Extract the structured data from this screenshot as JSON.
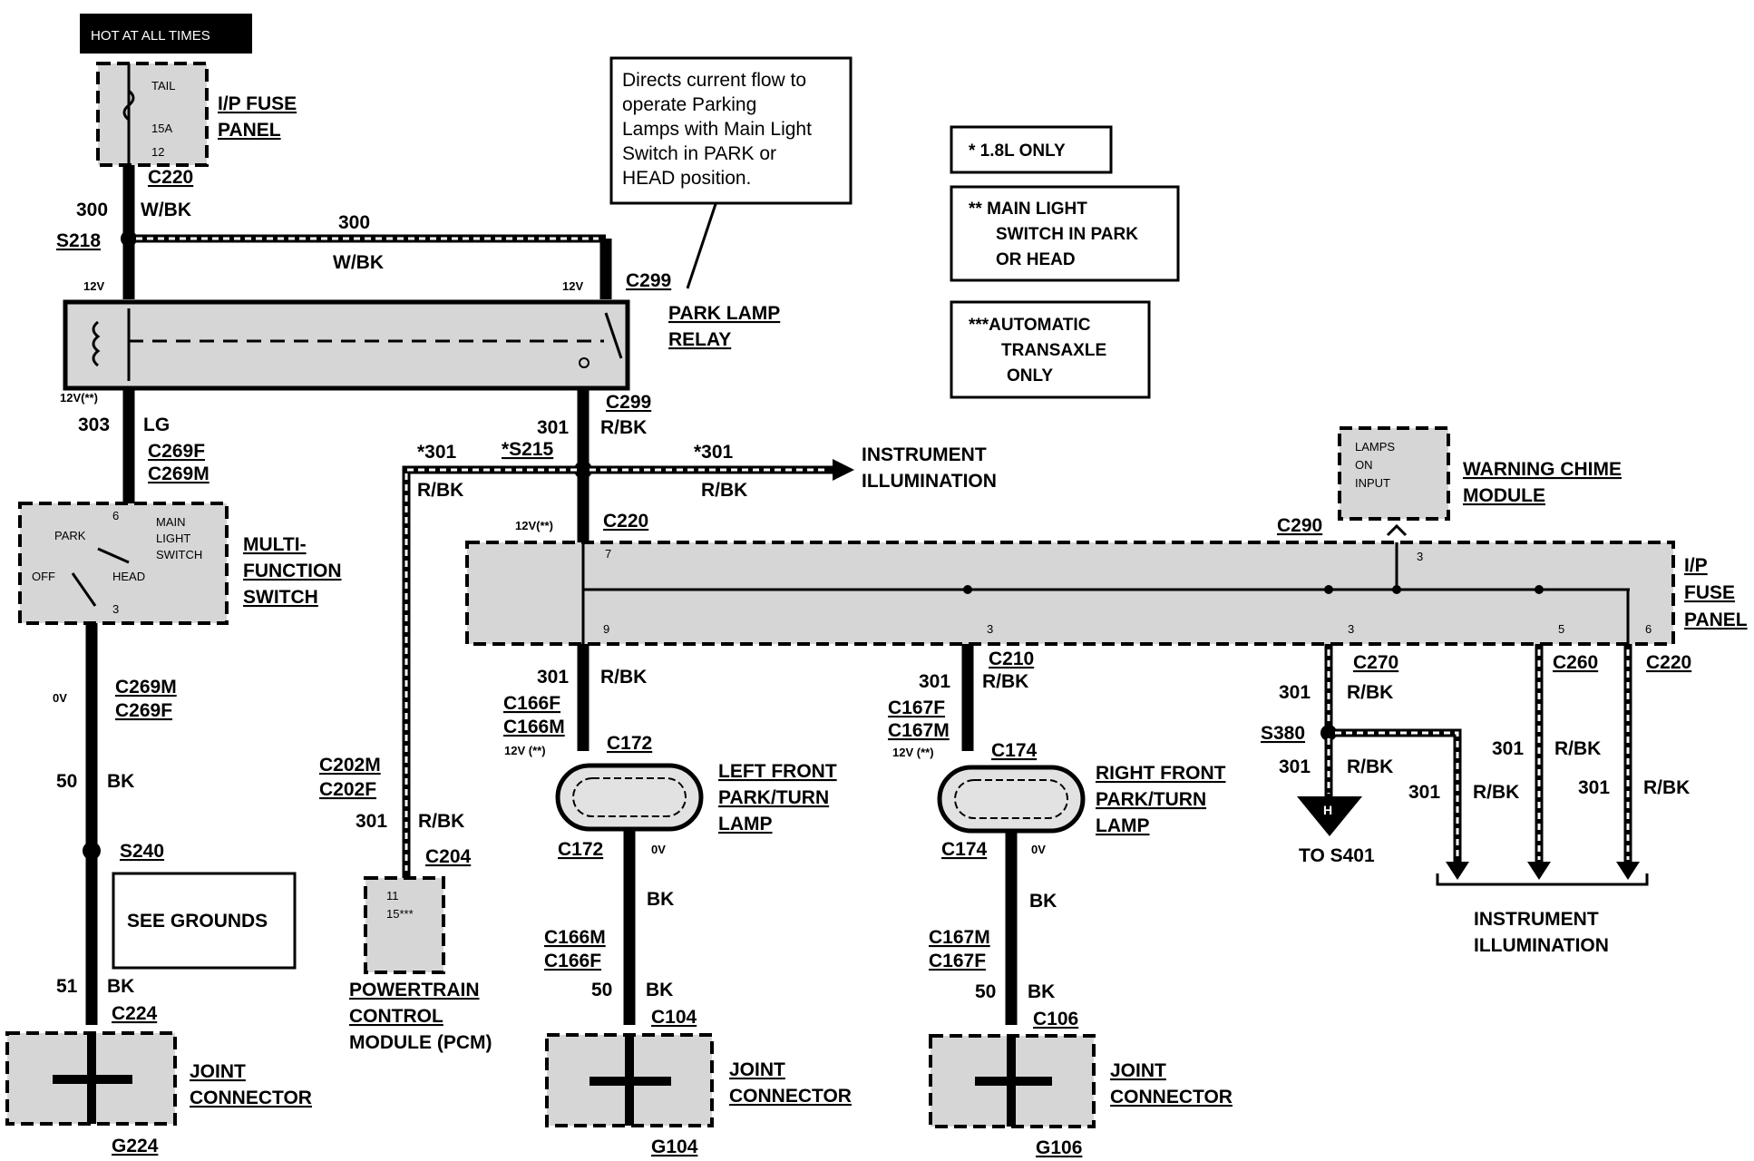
{
  "header": {
    "hot_label": "HOT AT ALL TIMES"
  },
  "notes": {
    "n1": "* 1.8L ONLY",
    "n2": [
      "** MAIN LIGHT",
      "SWITCH IN PARK",
      "OR HEAD"
    ],
    "n3": [
      "***AUTOMATIC",
      "TRANSAXLE",
      "ONLY"
    ]
  },
  "callout": [
    "Directs current flow to",
    "operate Parking",
    "Lamps with Main Light",
    "Switch in PARK or",
    "HEAD position."
  ],
  "components": {
    "ip_fuse_top": {
      "label": [
        "I/P FUSE",
        "PANEL"
      ],
      "fuse": [
        "TAIL",
        "15A",
        "12"
      ]
    },
    "park_lamp_relay": {
      "label": [
        "PARK LAMP",
        "RELAY"
      ]
    },
    "multi_function_switch": {
      "label": [
        "MULTI-",
        "FUNCTION",
        "SWITCH"
      ],
      "inner": [
        "MAIN",
        "LIGHT",
        "SWITCH",
        "PARK",
        "OFF",
        "HEAD"
      ]
    },
    "pcm": {
      "label": [
        "POWERTRAIN",
        "CONTROL",
        "MODULE (PCM)"
      ],
      "pins": [
        "11",
        "15***"
      ]
    },
    "warning_chime": {
      "label": [
        "WARNING CHIME",
        "MODULE"
      ],
      "inner": [
        "LAMPS",
        "ON",
        "INPUT"
      ]
    },
    "ip_fuse_main": {
      "label": [
        "I/P",
        "FUSE",
        "PANEL"
      ]
    },
    "lf_lamp": {
      "label": [
        "LEFT FRONT",
        "PARK/TURN",
        "LAMP"
      ]
    },
    "rf_lamp": {
      "label": [
        "RIGHT FRONT",
        "PARK/TURN",
        "LAMP"
      ]
    },
    "see_grounds": "SEE GROUNDS",
    "joint": [
      "JOINT",
      "CONNECTOR"
    ],
    "instrument_illum": [
      "INSTRUMENT",
      "ILLUMINATION"
    ]
  },
  "connectors": {
    "c220_top": "C220",
    "s218": "S218",
    "c299a": "C299",
    "c299b": "C299",
    "c269f_a": "C269F",
    "c269m_a": "C269M",
    "c269m_b": "C269M",
    "c269f_b": "C269F",
    "s240": "S240",
    "c224": "C224",
    "g224": "G224",
    "s215": "*S215",
    "c220_mid": "C220",
    "c202m": "C202M",
    "c202f": "C202F",
    "c204": "C204",
    "c166f": "C166F",
    "c166m": "C166M",
    "c172a": "C172",
    "c172b": "C172",
    "c166m_b": "C166M",
    "c166f_b": "C166F",
    "c104": "C104",
    "g104": "G104",
    "c210": "C210",
    "c167f": "C167F",
    "c167m": "C167M",
    "c174a": "C174",
    "c174b": "C174",
    "c167m_b": "C167M",
    "c167f_b": "C167F",
    "c106": "C106",
    "g106": "G106",
    "c290": "C290",
    "c270": "C270",
    "c260": "C260",
    "c220_r": "C220",
    "s380": "S380",
    "to_s401": "TO S401"
  },
  "wires": {
    "w300": "300",
    "wbk": "W/BK",
    "w303": "303",
    "lg": "LG",
    "w301": "301",
    "rbk": "R/BK",
    "s301": "*301",
    "w50": "50",
    "bk": "BK",
    "w51": "51"
  },
  "voltages": {
    "v12": "12V",
    "v12s": "12V(**)",
    "v12ss": "12V (**)",
    "v0": "0V"
  },
  "pins": {
    "p6": "6",
    "p3": "3",
    "p7": "7",
    "p9": "9",
    "p5": "5"
  }
}
